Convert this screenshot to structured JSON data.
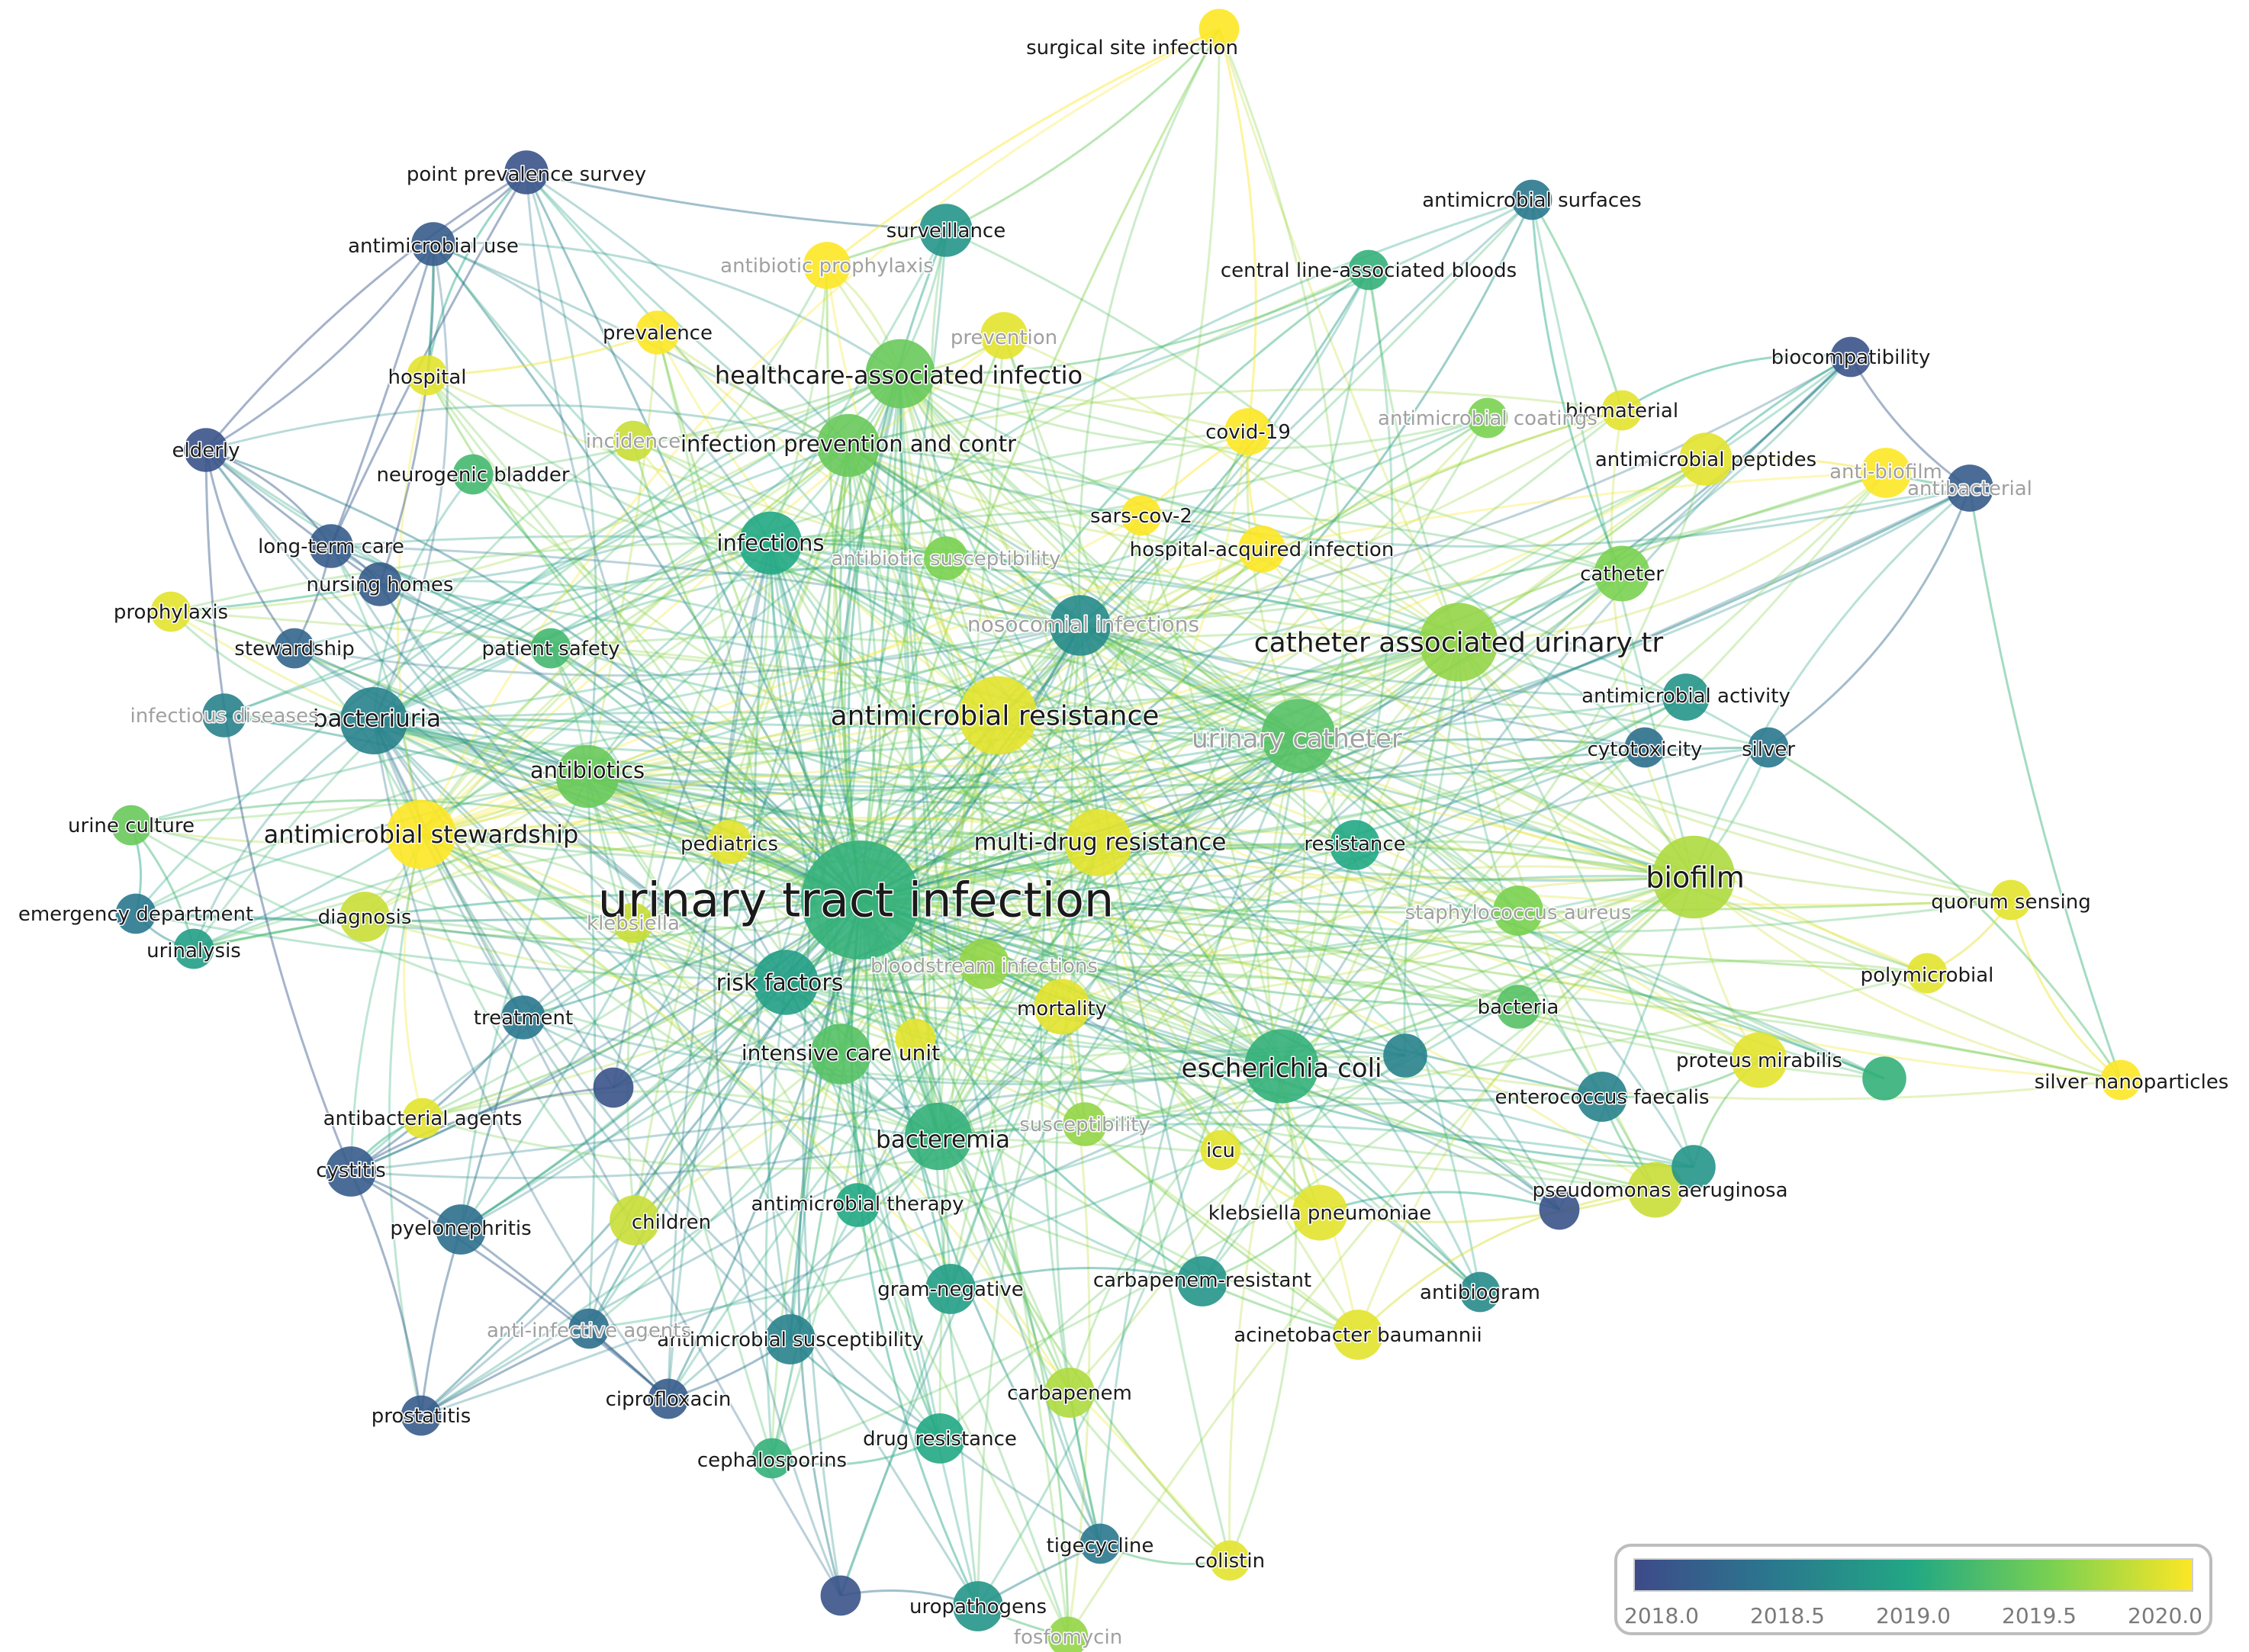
{
  "colors": {
    "c2018": "#3e4a89",
    "c2018_5": "#2a788e",
    "c2019": "#22a884",
    "c2019_5": "#7ad151",
    "c2020": "#fde725",
    "label": "#1a1a1a",
    "faint_label": "#a0a0a0"
  },
  "legend": {
    "ticks": [
      "2018.0",
      "2018.5",
      "2019.0",
      "2019.5",
      "2020.0"
    ],
    "range": [
      2018.0,
      2020.0
    ]
  },
  "nodes": [
    {
      "id": "uti",
      "label": "urinary tract infection",
      "year": 2019.1,
      "weight": 100
    },
    {
      "id": "amr",
      "label": "antimicrobial resistance",
      "year": 2019.9,
      "weight": 40
    },
    {
      "id": "cauti",
      "label": "catheter associated urinary tr",
      "year": 2019.6,
      "weight": 40
    },
    {
      "id": "ucath",
      "label": "urinary catheter",
      "year": 2019.3,
      "weight": 35,
      "faint": true
    },
    {
      "id": "biofilm",
      "label": "biofilm",
      "year": 2019.7,
      "weight": 45
    },
    {
      "id": "ecoli",
      "label": "escherichia coli",
      "year": 2019.1,
      "weight": 35
    },
    {
      "id": "hai",
      "label": "healthcare-associated infectio",
      "year": 2019.4,
      "weight": 30
    },
    {
      "id": "ipc",
      "label": "infection prevention and contr",
      "year": 2019.4,
      "weight": 24
    },
    {
      "id": "noso",
      "label": "nosocomial infections",
      "year": 2018.7,
      "weight": 22,
      "faint": true
    },
    {
      "id": "bacteriuria",
      "label": "bacteriuria",
      "year": 2018.6,
      "weight": 28
    },
    {
      "id": "abx",
      "label": "antibiotics",
      "year": 2019.4,
      "weight": 24
    },
    {
      "id": "ams",
      "label": "antimicrobial stewardship",
      "year": 2020.0,
      "weight": 30
    },
    {
      "id": "mdr",
      "label": "multi-drug resistance",
      "year": 2019.9,
      "weight": 28
    },
    {
      "id": "riskf",
      "label": "risk factors",
      "year": 2018.9,
      "weight": 26
    },
    {
      "id": "icu_unit",
      "label": "intensive care unit",
      "year": 2019.3,
      "weight": 22
    },
    {
      "id": "bacteremia",
      "label": "bacteremia",
      "year": 2019.1,
      "weight": 28
    },
    {
      "id": "infections",
      "label": "infections",
      "year": 2019.0,
      "weight": 24
    },
    {
      "id": "mortality",
      "label": "mortality",
      "year": 2019.9,
      "weight": 18
    },
    {
      "id": "kpneu",
      "label": "klebsiella pneumoniae",
      "year": 2019.9,
      "weight": 18
    },
    {
      "id": "pseud",
      "label": "pseudomonas aeruginosa",
      "year": 2019.8,
      "weight": 18
    },
    {
      "id": "proteus",
      "label": "proteus mirabilis",
      "year": 2019.9,
      "weight": 18
    },
    {
      "id": "catheter",
      "label": "catheter",
      "year": 2019.5,
      "weight": 18
    },
    {
      "id": "amp",
      "label": "antimicrobial peptides",
      "year": 2019.9,
      "weight": 16
    },
    {
      "id": "surveillance",
      "label": "surveillance",
      "year": 2018.8,
      "weight": 16
    },
    {
      "id": "gramneg",
      "label": "gram-negative",
      "year": 2018.9,
      "weight": 14
    },
    {
      "id": "carbres",
      "label": "carbapenem-resistant",
      "year": 2018.8,
      "weight": 14
    },
    {
      "id": "acinet",
      "label": "acinetobacter baumannii",
      "year": 2019.9,
      "weight": 14
    },
    {
      "id": "amsus",
      "label": "antimicrobial susceptibility",
      "year": 2018.6,
      "weight": 14
    },
    {
      "id": "carbapenem",
      "label": "carbapenem",
      "year": 2019.7,
      "weight": 14
    },
    {
      "id": "drugres",
      "label": "drug resistance",
      "year": 2019.0,
      "weight": 14
    },
    {
      "id": "uropath",
      "label": "uropathogens",
      "year": 2018.8,
      "weight": 14
    },
    {
      "id": "cystitis",
      "label": "cystitis",
      "year": 2018.2,
      "weight": 14
    },
    {
      "id": "pyelo",
      "label": "pyelonephritis",
      "year": 2018.4,
      "weight": 14
    },
    {
      "id": "children",
      "label": "children",
      "year": 2019.8,
      "weight": 14
    },
    {
      "id": "amther",
      "label": "antimicrobial therapy",
      "year": 2019.0,
      "weight": 10
    },
    {
      "id": "diagnosis",
      "label": "diagnosis",
      "year": 2019.8,
      "weight": 14
    },
    {
      "id": "pediatrics",
      "label": "pediatrics",
      "year": 2019.9,
      "weight": 10
    },
    {
      "id": "treatment",
      "label": "treatment",
      "year": 2018.5,
      "weight": 10
    },
    {
      "id": "resistance",
      "label": "resistance",
      "year": 2019.0,
      "weight": 14
    },
    {
      "id": "staph",
      "label": "staphylococcus aureus",
      "year": 2019.5,
      "weight": 14,
      "faint": true
    },
    {
      "id": "entero",
      "label": "enterococcus faecalis",
      "year": 2018.6,
      "weight": 14
    },
    {
      "id": "bacteria",
      "label": "bacteria",
      "year": 2019.3,
      "weight": 10
    },
    {
      "id": "amact",
      "label": "antimicrobial activity",
      "year": 2018.8,
      "weight": 12
    },
    {
      "id": "cyto",
      "label": "cytotoxicity",
      "year": 2018.4,
      "weight": 8
    },
    {
      "id": "silver",
      "label": "silver",
      "year": 2018.5,
      "weight": 8
    },
    {
      "id": "qs",
      "label": "quorum sensing",
      "year": 2019.9,
      "weight": 8
    },
    {
      "id": "polymicro",
      "label": "polymicrobial",
      "year": 2019.9,
      "weight": 8
    },
    {
      "id": "agnp",
      "label": "silver nanoparticles",
      "year": 2020.0,
      "weight": 8
    },
    {
      "id": "unk1",
      "label": "",
      "year": 2019.1,
      "weight": 10
    },
    {
      "id": "biocomp",
      "label": "biocompatibility",
      "year": 2018.1,
      "weight": 8
    },
    {
      "id": "biomat",
      "label": "biomaterial",
      "year": 2019.9,
      "weight": 8
    },
    {
      "id": "amcoat",
      "label": "antimicrobial coatings",
      "year": 2019.5,
      "weight": 8,
      "faint": true
    },
    {
      "id": "antibiofilm",
      "label": "anti-biofilm",
      "year": 2020.0,
      "weight": 14,
      "faint": true
    },
    {
      "id": "antibact",
      "label": "antibacterial",
      "year": 2018.2,
      "weight": 12,
      "faint": true
    },
    {
      "id": "covid",
      "label": "covid-19",
      "year": 2020.0,
      "weight": 12
    },
    {
      "id": "sarscov2",
      "label": "sars-cov-2",
      "year": 2020.0,
      "weight": 8
    },
    {
      "id": "hacq",
      "label": "hospital-acquired infection",
      "year": 2020.0,
      "weight": 12
    },
    {
      "id": "abs",
      "label": "antibiotic susceptibility",
      "year": 2019.5,
      "weight": 10,
      "faint": true
    },
    {
      "id": "prevention",
      "label": "prevention",
      "year": 2019.9,
      "weight": 12,
      "faint": true
    },
    {
      "id": "prevalence",
      "label": "prevalence",
      "year": 2020.0,
      "weight": 10
    },
    {
      "id": "abproph",
      "label": "antibiotic prophylaxis",
      "year": 2020.0,
      "weight": 12,
      "faint": true
    },
    {
      "id": "ssi",
      "label": "surgical site infection",
      "year": 2020.0,
      "weight": 8
    },
    {
      "id": "pps",
      "label": "point prevalence survey",
      "year": 2018.1,
      "weight": 10
    },
    {
      "id": "amuse",
      "label": "antimicrobial use",
      "year": 2018.2,
      "weight": 10
    },
    {
      "id": "hospital",
      "label": "hospital",
      "year": 2019.9,
      "weight": 8
    },
    {
      "id": "elderly",
      "label": "elderly",
      "year": 2018.1,
      "weight": 10
    },
    {
      "id": "neurob",
      "label": "neurogenic bladder",
      "year": 2019.2,
      "weight": 8
    },
    {
      "id": "ltc",
      "label": "long-term care",
      "year": 2018.2,
      "weight": 10
    },
    {
      "id": "nh",
      "label": "nursing homes",
      "year": 2018.2,
      "weight": 10
    },
    {
      "id": "prophylaxis",
      "label": "prophylaxis",
      "year": 2019.9,
      "weight": 8
    },
    {
      "id": "stewardship",
      "label": "stewardship",
      "year": 2018.3,
      "weight": 8
    },
    {
      "id": "patsafe",
      "label": "patient safety",
      "year": 2019.2,
      "weight": 8
    },
    {
      "id": "infdis",
      "label": "infectious diseases",
      "year": 2018.6,
      "weight": 10,
      "faint": true
    },
    {
      "id": "uculture",
      "label": "urine culture",
      "year": 2019.4,
      "weight": 8
    },
    {
      "id": "ed",
      "label": "emergency department",
      "year": 2018.5,
      "weight": 8
    },
    {
      "id": "urinalysis",
      "label": "urinalysis",
      "year": 2018.9,
      "weight": 8
    },
    {
      "id": "antibag",
      "label": "antibacterial agents",
      "year": 2019.9,
      "weight": 8
    },
    {
      "id": "antiinf",
      "label": "anti-infective agents",
      "year": 2018.4,
      "weight": 8,
      "faint": true
    },
    {
      "id": "cipro",
      "label": "ciprofloxacin",
      "year": 2018.2,
      "weight": 8
    },
    {
      "id": "prostatitis",
      "label": "prostatitis",
      "year": 2018.2,
      "weight": 8
    },
    {
      "id": "cephalo",
      "label": "cephalosporins",
      "year": 2019.1,
      "weight": 8
    },
    {
      "id": "tige",
      "label": "tigecycline",
      "year": 2018.5,
      "weight": 8
    },
    {
      "id": "colistin",
      "label": "colistin",
      "year": 2019.9,
      "weight": 8
    },
    {
      "id": "fosfo",
      "label": "fosfomycin",
      "year": 2019.6,
      "weight": 8,
      "faint": true
    },
    {
      "id": "icu",
      "label": "icu",
      "year": 2019.9,
      "weight": 8
    },
    {
      "id": "suscept",
      "label": "susceptibility",
      "year": 2019.6,
      "weight": 10,
      "faint": true
    },
    {
      "id": "bsi",
      "label": "bloodstream infections",
      "year": 2019.6,
      "weight": 14,
      "faint": true
    },
    {
      "id": "antibiogram",
      "label": "antibiogram",
      "year": 2018.7,
      "weight": 8
    },
    {
      "id": "clabsi",
      "label": "central line-associated bloods",
      "year": 2019.1,
      "weight": 8
    },
    {
      "id": "amsurf",
      "label": "antimicrobial surfaces",
      "year": 2018.5,
      "weight": 8
    },
    {
      "id": "inc",
      "label": "incidence",
      "year": 2019.8,
      "weight": 8,
      "faint": true
    },
    {
      "id": "klebs2",
      "label": "klebsiella",
      "year": 2019.8,
      "weight": 8,
      "faint": true
    },
    {
      "id": "unk2",
      "label": "",
      "year": 2019.9,
      "weight": 8
    },
    {
      "id": "unk3",
      "label": "",
      "year": 2018.1,
      "weight": 8
    },
    {
      "id": "unk4",
      "label": "",
      "year": 2018.6,
      "weight": 10
    },
    {
      "id": "unk5",
      "label": "",
      "year": 2018.1,
      "weight": 8
    },
    {
      "id": "unk6",
      "label": "",
      "year": 2018.1,
      "weight": 8
    },
    {
      "id": "unk7",
      "label": "",
      "year": 2018.8,
      "weight": 10
    }
  ]
}
